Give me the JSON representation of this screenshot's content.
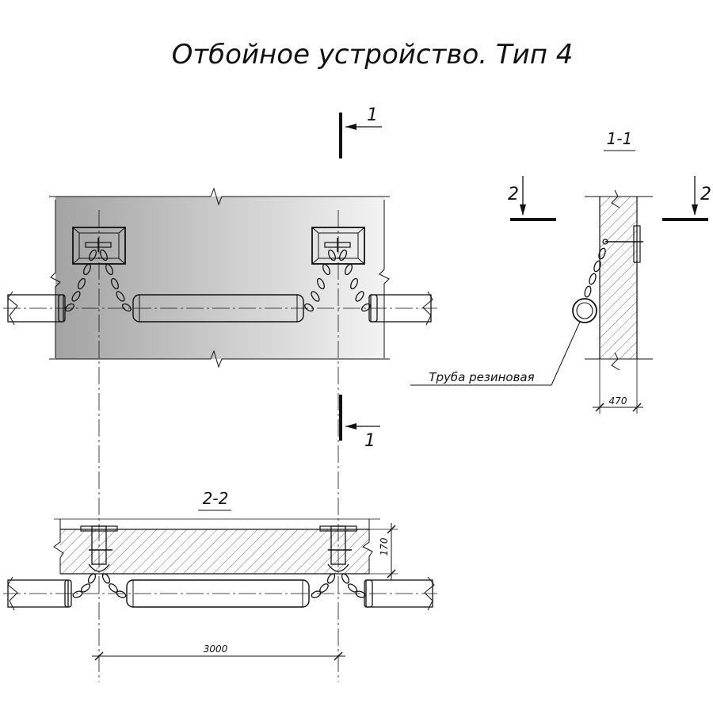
{
  "title": "Отбойное устройство. Тип 4",
  "sections": {
    "plan_marker_top": "1",
    "plan_marker_bottom": "1",
    "section_1_1": "1-1",
    "marker_2_left": "2",
    "marker_2_right": "2",
    "section_2_2": "2-2"
  },
  "callouts": {
    "rubber_pipe": "Труба резиновая"
  },
  "dimensions": {
    "wall_thickness": "470",
    "slab_thickness": "170",
    "span": "3000"
  },
  "colors": {
    "line": "#111111",
    "panel_gradient_start": "#a3a3a3",
    "panel_gradient_end": "#f3f3f3"
  }
}
